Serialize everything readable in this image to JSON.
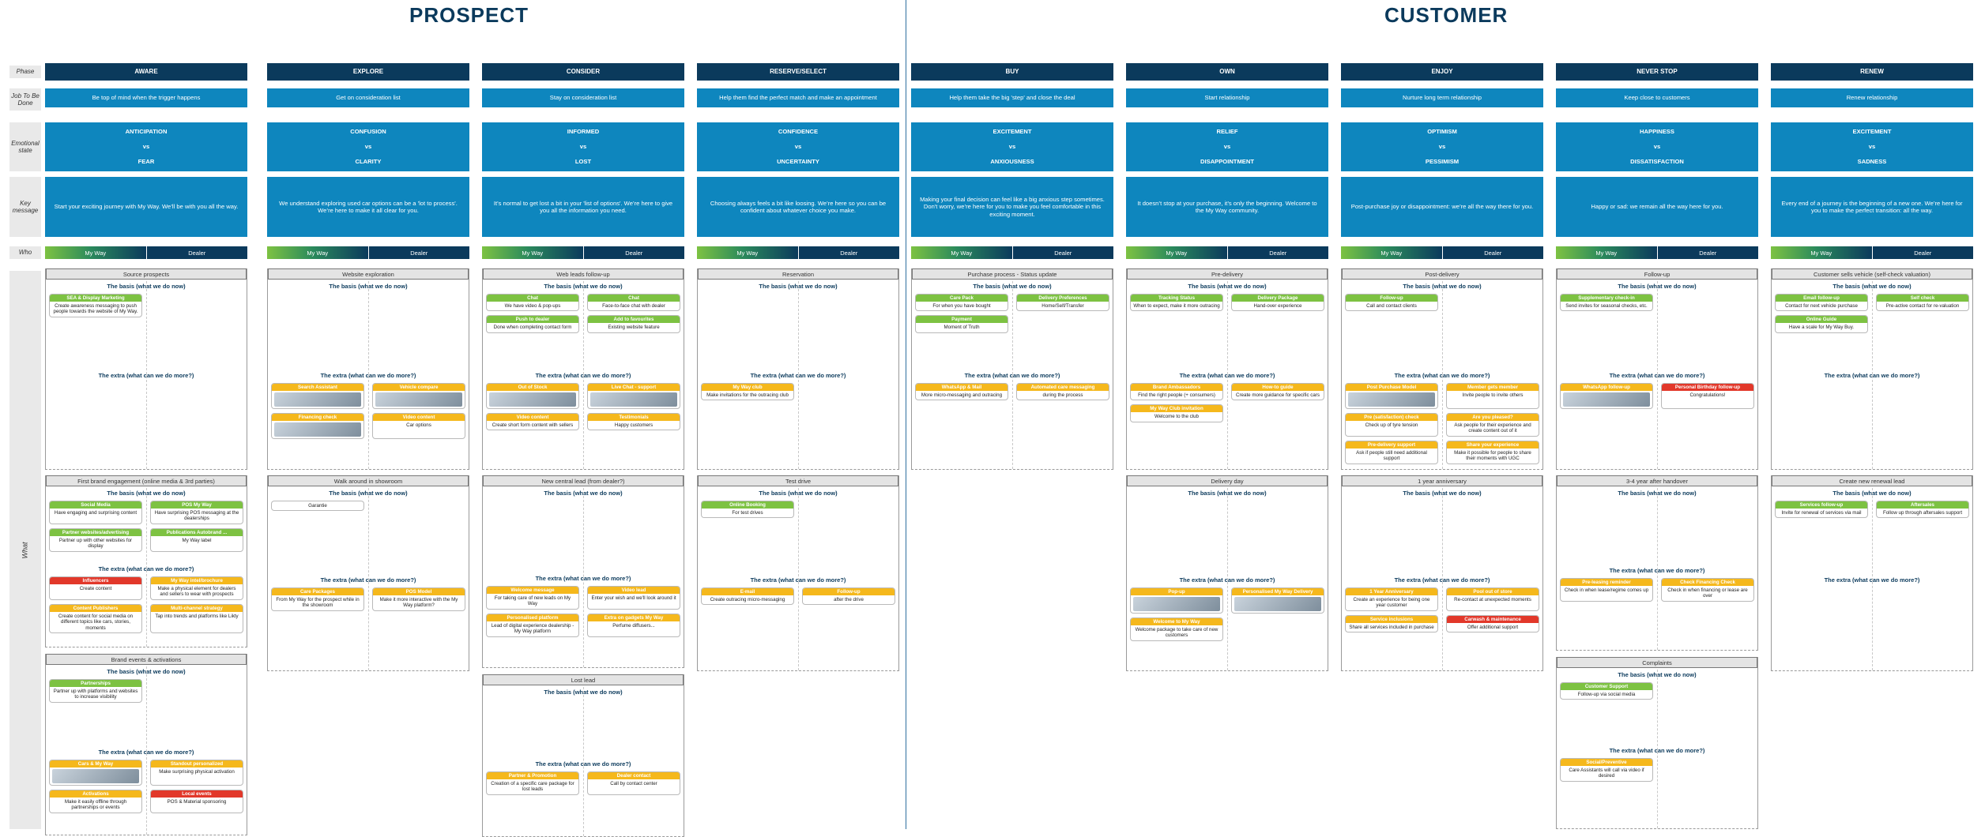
{
  "headers": {
    "left": "PROSPECT",
    "right": "CUSTOMER"
  },
  "row_labels": {
    "phase": "Phase",
    "job": "Job To Be Done",
    "emotion": "Emotional state",
    "message": "Key message",
    "who": "Who",
    "what": "What"
  },
  "who": {
    "a": "My Way",
    "b": "Dealer"
  },
  "columns": [
    {
      "phase": "AWARE",
      "job": "Be top of mind when the trigger happens",
      "emotion": [
        "ANTICIPATION",
        "vs",
        "FEAR"
      ],
      "message": "Start your exciting journey with My Way. We’ll be with you all the way.",
      "blocks": [
        {
          "title": "Source prospects",
          "basis": "The basis (what we do now)",
          "basis_cards": [
            {
              "c": "g",
              "t": "SEA & Display Marketing",
              "b": "Create awareness messaging to push people towards the website of My Way."
            }
          ],
          "extra": "The extra (what can we do more?)",
          "extra_cards": []
        },
        {
          "title": "First brand engagement (online media & 3rd parties)",
          "basis": "The basis (what we do now)",
          "basis_cards": [
            {
              "c": "g",
              "t": "Social Media",
              "b": "Have engaging and surprising content"
            },
            {
              "c": "g",
              "t": "POS My Way",
              "b": "Have surprising POS messaging at the dealerships"
            },
            {
              "c": "g",
              "t": "Partner websites/advertising",
              "b": "Partner up with other websites for display"
            },
            {
              "c": "g",
              "t": "Publications Autobrand ...",
              "b": "My Way label"
            }
          ],
          "extra": "The extra (what can we do more?)",
          "extra_cards": [
            {
              "c": "r",
              "t": "Influencers",
              "b": "Create content"
            },
            {
              "c": "y",
              "t": "My Way intel/brochure",
              "b": "Make a physical element for dealers and sellers to wear with prospects"
            },
            {
              "c": "y",
              "t": "Content Publishers",
              "b": "Create content for social media on different topics like cars, stories, moments"
            },
            {
              "c": "y",
              "t": "Multi-channel strategy",
              "b": "Tap into trends and platforms like Likty"
            }
          ]
        },
        {
          "title": "Brand events & activations",
          "basis": "The basis (what we do now)",
          "basis_cards": [
            {
              "c": "g",
              "t": "Partnerships",
              "b": "Partner up with platforms and websites to increase visibility"
            }
          ],
          "extra": "The extra (what can we do more?)",
          "extra_cards": [
            {
              "c": "y",
              "t": "Cars & My Way",
              "b": ""
            },
            {
              "c": "y",
              "t": "Standout personalized",
              "b": "Make surprising physical activation"
            },
            {
              "c": "y",
              "t": "Activations",
              "b": "Make it easily offline through partnerships or events"
            },
            {
              "c": "r",
              "t": "Local events",
              "b": "POS & Material sponsoring"
            }
          ]
        }
      ]
    },
    {
      "phase": "EXPLORE",
      "job": "Get on consideration list",
      "emotion": [
        "CONFUSION",
        "vs",
        "CLARITY"
      ],
      "message": "We understand exploring used car options can be a 'lot to process'. We’re here to make it all clear for you.",
      "blocks": [
        {
          "title": "Website exploration",
          "basis": "The basis (what we do now)",
          "basis_cards": [],
          "extra": "The extra (what can we do more?)",
          "extra_cards": [
            {
              "c": "y",
              "t": "Search Assistant",
              "b": ""
            },
            {
              "c": "y",
              "t": "Vehicle compare",
              "b": ""
            },
            {
              "c": "y",
              "t": "Financing check",
              "b": ""
            },
            {
              "c": "y",
              "t": "Video content",
              "b": "Car options"
            }
          ]
        },
        {
          "title": "Walk around in showroom",
          "basis": "The basis (what we do now)",
          "basis_cards": [
            {
              "c": "g",
              "t": "",
              "b": "Garantie"
            }
          ],
          "extra": "The extra (what can we do more?)",
          "extra_cards": [
            {
              "c": "y",
              "t": "Care Packages",
              "b": "From My Way for the prospect while in the showroom"
            },
            {
              "c": "y",
              "t": "POS Model",
              "b": "Make it more interactive with the My Way platform?"
            }
          ]
        }
      ]
    },
    {
      "phase": "CONSIDER",
      "job": "Stay on consideration list",
      "emotion": [
        "INFORMED",
        "vs",
        "LOST"
      ],
      "message": "It’s normal to get lost a bit in your 'list of options'. We’re here to give you all the information you need.",
      "blocks": [
        {
          "title": "Web leads follow-up",
          "basis": "The basis (what we do now)",
          "basis_cards": [
            {
              "c": "g",
              "t": "Chat",
              "b": "We have video & pop-ups"
            },
            {
              "c": "g",
              "t": "Chat",
              "b": "Face-to-face chat with dealer"
            },
            {
              "c": "g",
              "t": "Push to dealer",
              "b": "Done when completing contact form"
            },
            {
              "c": "g",
              "t": "Add to favourites",
              "b": "Existing website feature"
            }
          ],
          "extra": "The extra (what can we do more?)",
          "extra_cards": [
            {
              "c": "y",
              "t": "Out of Stock",
              "b": ""
            },
            {
              "c": "y",
              "t": "Live Chat - support",
              "b": ""
            },
            {
              "c": "y",
              "t": "Video content",
              "b": "Create short form content with sellers"
            },
            {
              "c": "y",
              "t": "Testimonials",
              "b": "Happy customers"
            }
          ]
        },
        {
          "title": "New central lead (from dealer?)",
          "basis": "The basis (what we do now)",
          "basis_cards": [],
          "extra": "The extra (what can we do more?)",
          "extra_cards": [
            {
              "c": "y",
              "t": "Welcome message",
              "b": "For taking care of new leads on My Way"
            },
            {
              "c": "y",
              "t": "Video lead",
              "b": "Enter your wish and we'll look around it"
            },
            {
              "c": "y",
              "t": "Personalised platform",
              "b": "Lead of digital experience dealership - My Way platform"
            },
            {
              "c": "y",
              "t": "Extra on gadgets My Way",
              "b": "Perfume diffusers..."
            }
          ]
        },
        {
          "title": "Lost lead",
          "basis": "The basis (what we do now)",
          "basis_cards": [],
          "extra": "The extra (what can we do more?)",
          "extra_cards": [
            {
              "c": "y",
              "t": "Partner & Promotion",
              "b": "Creation of a specific care package for lost leads"
            },
            {
              "c": "y",
              "t": "Dealer contact",
              "b": "Call by contact center"
            }
          ]
        }
      ]
    },
    {
      "phase": "RESERVE/SELECT",
      "job": "Help them find the perfect match and make an appointment",
      "emotion": [
        "CONFIDENCE",
        "vs",
        "UNCERTAINTY"
      ],
      "message": "Choosing always feels a bit like loosing. We’re here so you can be confident about whatever choice you make.",
      "blocks": [
        {
          "title": "Reservation",
          "basis": "The basis (what we do now)",
          "basis_cards": [],
          "extra": "The extra (what can we do more?)",
          "extra_cards": [
            {
              "c": "y",
              "t": "My Way club",
              "b": "Make invitations for the outracing club"
            }
          ]
        },
        {
          "title": "Test drive",
          "basis": "The basis (what we do now)",
          "basis_cards": [
            {
              "c": "g",
              "t": "Online Booking",
              "b": "For test drives"
            }
          ],
          "extra": "The extra (what can we do more?)",
          "extra_cards": [
            {
              "c": "y",
              "t": "E-mail",
              "b": "Create outracing micro-messaging"
            },
            {
              "c": "y",
              "t": "Follow-up",
              "b": "after the drive"
            }
          ]
        }
      ]
    },
    {
      "phase": "BUY",
      "job": "Help them take the big 'step' and close the deal",
      "emotion": [
        "EXCITEMENT",
        "vs",
        "ANXIOUSNESS"
      ],
      "message": "Making your final decision can feel like a big anxious step sometimes. Don't worry, we’re here for you to make you feel comfortable in this exciting moment.",
      "blocks": [
        {
          "title": "Purchase process - Status update",
          "basis": "The basis (what we do now)",
          "basis_cards": [
            {
              "c": "g",
              "t": "Care Pack",
              "b": "For when you have bought"
            },
            {
              "c": "g",
              "t": "Delivery Preferences",
              "b": "Home/Self/Transfer"
            },
            {
              "c": "g",
              "t": "Payment",
              "b": "Moment of Truth"
            }
          ],
          "extra": "The extra (what can we do more?)",
          "extra_cards": [
            {
              "c": "y",
              "t": "WhatsApp & Mail",
              "b": "More micro-messaging and outracing"
            },
            {
              "c": "y",
              "t": "Automated care messaging",
              "b": "during the process"
            }
          ]
        }
      ]
    },
    {
      "phase": "OWN",
      "job": "Start relationship",
      "emotion": [
        "RELIEF",
        "vs",
        "DISAPPOINTMENT"
      ],
      "message": "It doesn’t stop at your purchase, it’s only the beginning. Welcome to the My Way community.",
      "blocks": [
        {
          "title": "Pre-delivery",
          "basis": "The basis (what we do now)",
          "basis_cards": [
            {
              "c": "g",
              "t": "Tracking Status",
              "b": "When to expect, make it more outracing"
            },
            {
              "c": "g",
              "t": "Delivery Package",
              "b": "Hand-over experience"
            }
          ],
          "extra": "The extra (what can we do more?)",
          "extra_cards": [
            {
              "c": "y",
              "t": "Brand Ambassadors",
              "b": "Find the right people (+ consumers)"
            },
            {
              "c": "y",
              "t": "How-to guide",
              "b": "Create more guidance for specific cars"
            },
            {
              "c": "y",
              "t": "My Way Club invitation",
              "b": "Welcome to the club"
            }
          ]
        },
        {
          "title": "Delivery day",
          "basis": "The basis (what we do now)",
          "basis_cards": [],
          "extra": "The extra (what can we do more?)",
          "extra_cards": [
            {
              "c": "y",
              "t": "Pop-up",
              "b": ""
            },
            {
              "c": "y",
              "t": "Personalised My Way Delivery",
              "b": ""
            },
            {
              "c": "y",
              "t": "Welcome to My Way",
              "b": "Welcome package to take care of new customers"
            }
          ]
        }
      ]
    },
    {
      "phase": "ENJOY",
      "job": "Nurture long term relationship",
      "emotion": [
        "OPTIMISM",
        "vs",
        "PESSIMISM"
      ],
      "message": "Post-purchase joy or disappointment: we’re all the way there for you.",
      "blocks": [
        {
          "title": "Post-delivery",
          "basis": "The basis (what we do now)",
          "basis_cards": [
            {
              "c": "g",
              "t": "Follow-up",
              "b": "Call and contact clients"
            }
          ],
          "extra": "The extra (what can we do more?)",
          "extra_cards": [
            {
              "c": "y",
              "t": "Post Purchase Model",
              "b": ""
            },
            {
              "c": "y",
              "t": "Member gets member",
              "b": "Invite people to invite others"
            },
            {
              "c": "y",
              "t": "Pre (satisfaction) check",
              "b": "Check up of tyre tension"
            },
            {
              "c": "y",
              "t": "Are you pleased?",
              "b": "Ask people for their experience and create content out of it"
            },
            {
              "c": "y",
              "t": "Pre-delivery support",
              "b": "Ask if people still need additional support"
            },
            {
              "c": "y",
              "t": "Share your experience",
              "b": "Make it possible for people to share their moments with UGC"
            }
          ]
        },
        {
          "title": "1 year anniversary",
          "basis": "The basis (what we do now)",
          "basis_cards": [],
          "extra": "The extra (what can we do more?)",
          "extra_cards": [
            {
              "c": "y",
              "t": "1 Year Anniversary",
              "b": "Create an experience for being one year customer"
            },
            {
              "c": "y",
              "t": "Pool out of store",
              "b": "Re-contact at unexpected moments"
            },
            {
              "c": "y",
              "t": "Service inclusions",
              "b": "Share all services included in purchase"
            },
            {
              "c": "r",
              "t": "Carwash & maintenance",
              "b": "Offer additional support"
            }
          ]
        }
      ]
    },
    {
      "phase": "NEVER STOP",
      "job": "Keep close to customers",
      "emotion": [
        "HAPPINESS",
        "vs",
        "DISSATISFACTION"
      ],
      "message": "Happy or sad: we remain all the way here for you.",
      "blocks": [
        {
          "title": "Follow-up",
          "basis": "The basis (what we do now)",
          "basis_cards": [
            {
              "c": "g",
              "t": "Supplementary check-in",
              "b": "Send invites for seasonal checks, etc."
            }
          ],
          "extra": "The extra (what can we do more?)",
          "extra_cards": [
            {
              "c": "y",
              "t": "WhatsApp follow-up",
              "b": ""
            },
            {
              "c": "r",
              "t": "Personal Birthday follow-up",
              "b": "Congratulations!"
            }
          ]
        },
        {
          "title": "3-4 year after handover",
          "basis": "The basis (what we do now)",
          "basis_cards": [],
          "extra": "The extra (what can we do more?)",
          "extra_cards": [
            {
              "c": "y",
              "t": "Pre-leasing reminder",
              "b": "Check in when lease/regime comes up"
            },
            {
              "c": "y",
              "t": "Check Financing Check",
              "b": "Check in when financing or lease are over"
            }
          ]
        },
        {
          "title": "Complaints",
          "basis": "The basis (what we do now)",
          "basis_cards": [
            {
              "c": "g",
              "t": "Customer Support",
              "b": "Follow-up via social media"
            }
          ],
          "extra": "The extra (what can we do more?)",
          "extra_cards": [
            {
              "c": "y",
              "t": "Social/Preventive",
              "b": "Care Assistants will call via video if desired"
            }
          ]
        }
      ]
    },
    {
      "phase": "RENEW",
      "job": "Renew relationship",
      "emotion": [
        "EXCITEMENT",
        "vs",
        "SADNESS"
      ],
      "message": "Every end of a journey is the beginning of a new one. We’re here for you to make the perfect transition: all the way.",
      "blocks": [
        {
          "title": "Customer sells vehicle (self-check valuation)",
          "basis": "The basis (what we do now)",
          "basis_cards": [
            {
              "c": "g",
              "t": "Email follow-up",
              "b": "Contact for next vehicle purchase"
            },
            {
              "c": "g",
              "t": "Self check",
              "b": "Pre-active contact for re-valuation"
            },
            {
              "c": "g",
              "t": "Online Guide",
              "b": "Have a scale for My Way Buy."
            }
          ],
          "extra": "The extra (what can we do more?)",
          "extra_cards": []
        },
        {
          "title": "Create new renewal lead",
          "basis": "The basis (what we do now)",
          "basis_cards": [
            {
              "c": "g",
              "t": "Services follow-up",
              "b": "Invite for renewal of services via mail"
            },
            {
              "c": "g",
              "t": "Aftersales",
              "b": "Follow up through aftersales support"
            }
          ],
          "extra": "The extra (what can we do more?)",
          "extra_cards": []
        }
      ]
    }
  ]
}
